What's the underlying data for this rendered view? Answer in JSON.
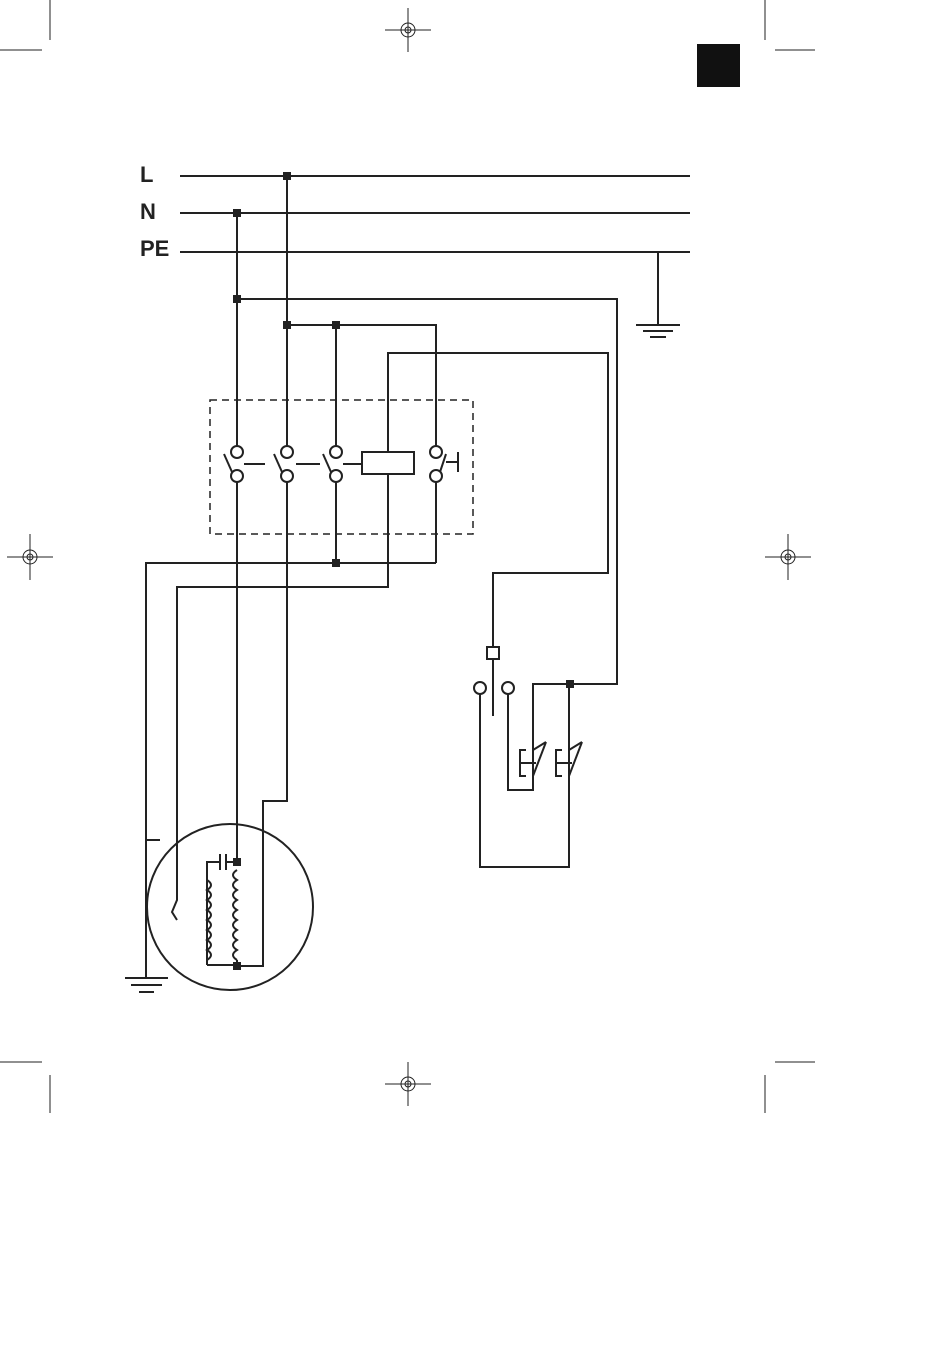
{
  "diagram": {
    "labels": {
      "line": "L",
      "neutral": "N",
      "protective_earth": "PE"
    },
    "colors": {
      "ink": "#222222",
      "page_tab": "#111111",
      "background": "#ffffff"
    }
  }
}
